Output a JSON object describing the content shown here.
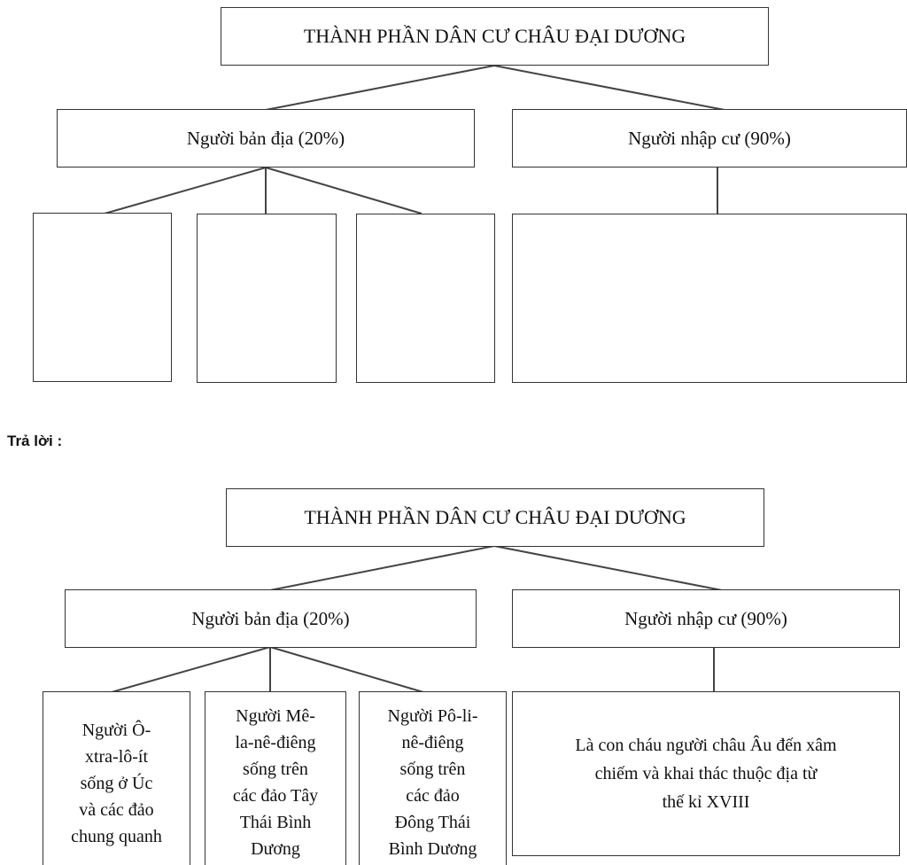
{
  "question": {
    "root": "THÀNH PHẦN DÂN CƯ CHÂU ĐẠI DƯƠNG",
    "branch_left": "Người bản địa (20%)",
    "branch_right": "Người nhập cư (90%)",
    "leaves": [
      "",
      "",
      "",
      ""
    ]
  },
  "answer_label": "Trả lời :",
  "answer": {
    "root": "THÀNH PHẦN DÂN CƯ CHÂU ĐẠI DƯƠNG",
    "branch_left": "Người bản địa (20%)",
    "branch_right": "Người nhập cư (90%)",
    "leaf_1": [
      "Người Ô-",
      "xtra-lô-ít",
      "sống ở Úc",
      "và các đảo",
      "chung quanh"
    ],
    "leaf_2": [
      "Người Mê-",
      "la-nê-điêng",
      "sống trên",
      "các đảo Tây",
      "Thái Bình",
      "Dương"
    ],
    "leaf_3": [
      "Người Pô-li-",
      "nê-điêng",
      "sống trên",
      "các đảo",
      "Đông Thái",
      "Bình Dương"
    ],
    "leaf_4": [
      "Là con cháu người châu Âu đến xâm",
      "chiếm và khai thác thuộc địa từ",
      "thế kỉ XVIII"
    ]
  }
}
